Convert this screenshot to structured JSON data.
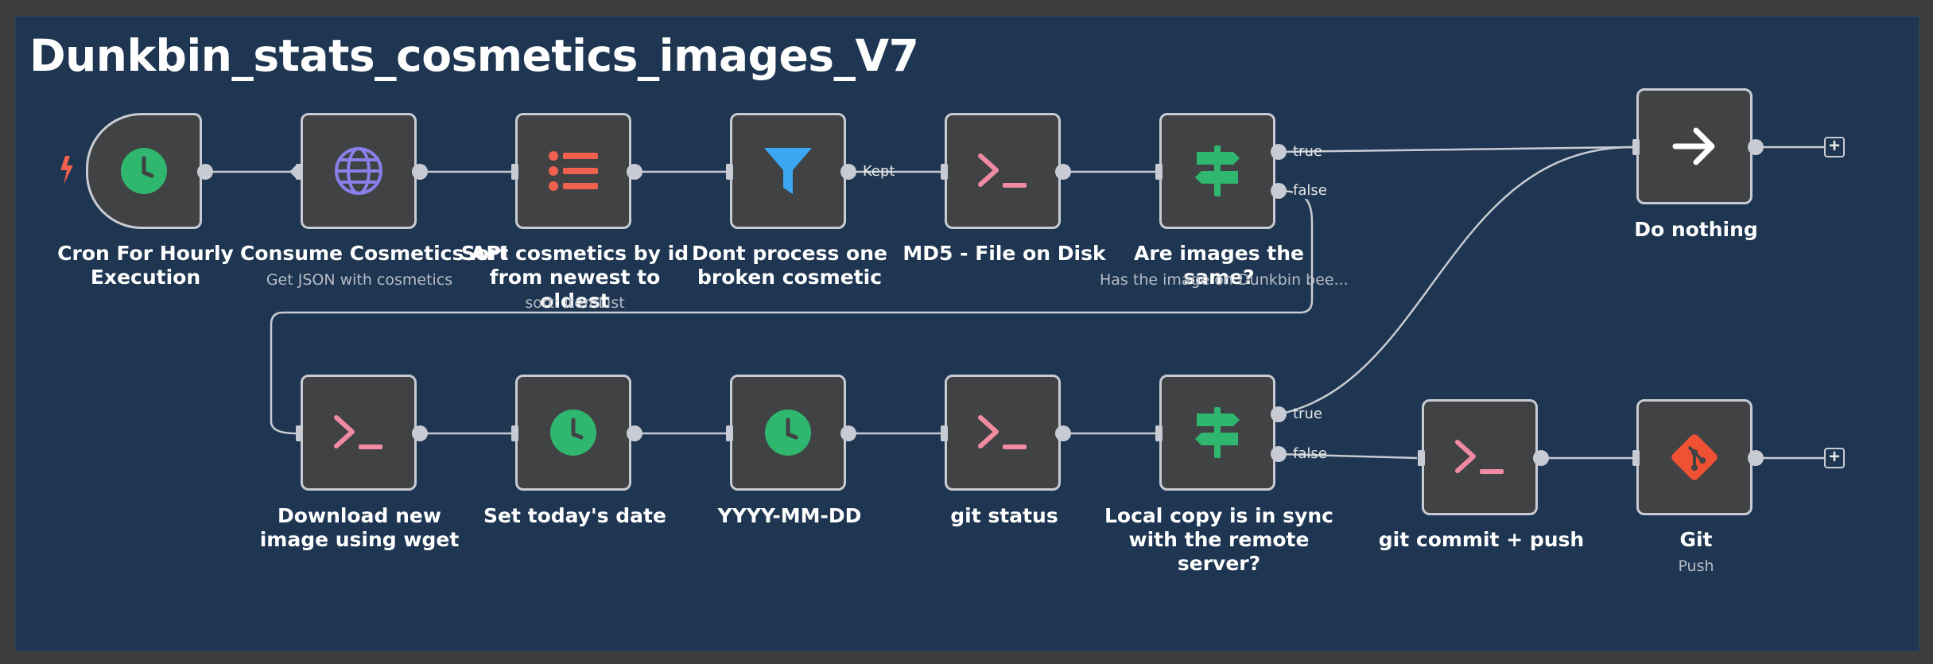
{
  "workflow": {
    "title": "Dunkbin_stats_cosmetics_images_V7"
  },
  "colors": {
    "canvas": "#1e3651",
    "node": "#414244",
    "border": "#c8cbd3",
    "green": "#2fb66f",
    "pink": "#f08ba3",
    "red": "#f0604f",
    "blue": "#3ba6f2",
    "purple": "#8a7fe8",
    "git": "#f05133"
  },
  "nodes": {
    "cron": {
      "label": "Cron For Hourly Execution",
      "icon": "clock-icon"
    },
    "consume": {
      "label": "Consume Cosmetics API",
      "sub": "Get JSON with cosmetics",
      "icon": "globe-icon"
    },
    "sort": {
      "label": "Sort cosmetics by id from newest to oldest",
      "sub": "sort: itemList",
      "icon": "list-icon"
    },
    "filter": {
      "label": "Dont process one broken cosmetic",
      "icon": "filter-icon"
    },
    "md5": {
      "label": "MD5 - File on Disk",
      "icon": "terminal-icon"
    },
    "compare": {
      "label": "Are images the same?",
      "sub": "Has the image on Dunkbin bee...",
      "icon": "signpost-icon"
    },
    "donothing": {
      "label": "Do nothing",
      "icon": "arrow-right-icon"
    },
    "download": {
      "label": "Download new image using wget",
      "icon": "terminal-icon"
    },
    "settoday": {
      "label": "Set today's date",
      "icon": "clock-icon"
    },
    "yyyy": {
      "label": "YYYY-MM-DD",
      "icon": "clock-icon"
    },
    "gitstatus": {
      "label": "git status",
      "icon": "terminal-icon"
    },
    "insync": {
      "label": "Local copy is in sync with the remote server?",
      "icon": "signpost-icon"
    },
    "gitcommit": {
      "label": "git commit + push",
      "icon": "terminal-icon"
    },
    "git": {
      "label": "Git",
      "sub": "Push",
      "icon": "git-icon"
    }
  },
  "edges": {
    "kept": "Kept",
    "true": "true",
    "false": "false"
  }
}
